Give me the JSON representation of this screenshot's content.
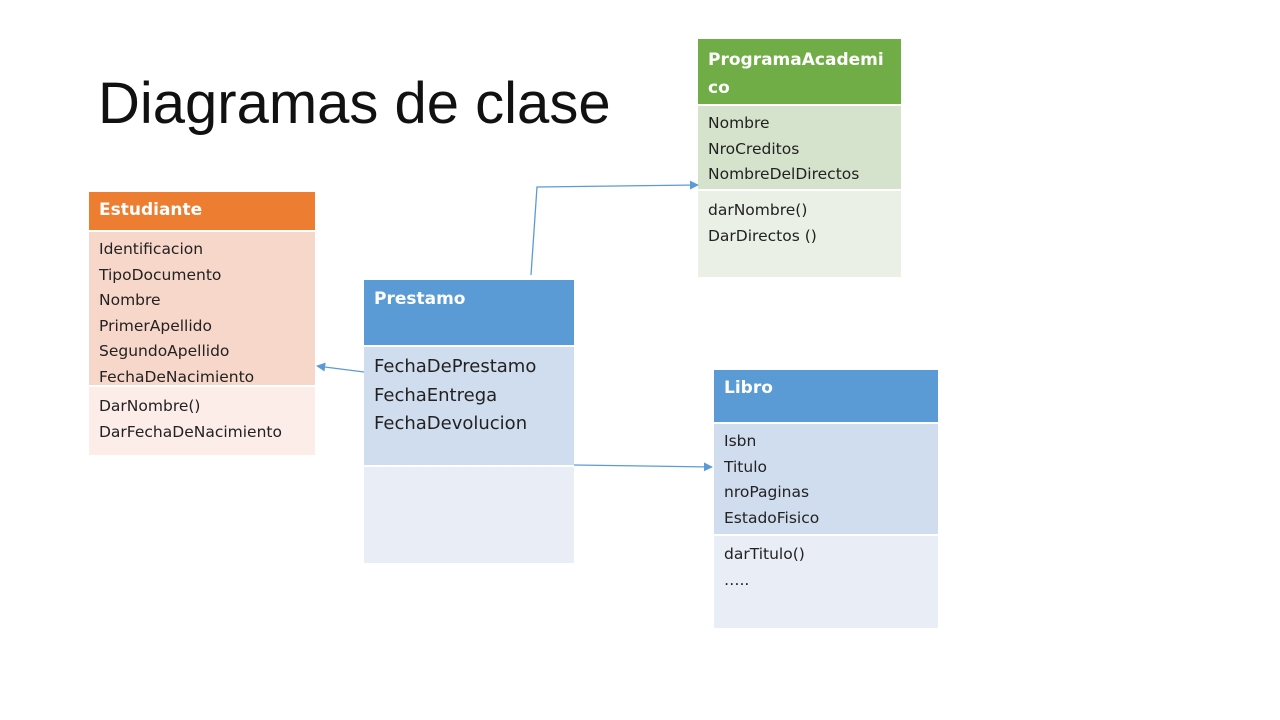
{
  "title": "Diagramas de clase",
  "colors": {
    "orange_header": "#ED7D31",
    "orange_attr": "#F8D7CB",
    "orange_meth": "#FCEDE8",
    "blue_header": "#5B9BD5",
    "blue_attr": "#D0DDEF",
    "blue_meth": "#E8EDF6",
    "green_header": "#70AD47",
    "green_attr": "#D5E3CC",
    "green_meth": "#EAF0E6",
    "connector": "#5B9BD5"
  },
  "classes": {
    "estudiante": {
      "name": "Estudiante",
      "attributes": [
        "Identificacion",
        "TipoDocumento",
        "Nombre",
        "PrimerApellido",
        "SegundoApellido",
        "FechaDeNacimiento"
      ],
      "methods": [
        "DarNombre()",
        "DarFechaDeNacimiento"
      ]
    },
    "prestamo": {
      "name": "Prestamo",
      "attributes": [
        "FechaDePrestamo",
        "FechaEntrega",
        "FechaDevolucion"
      ],
      "methods": []
    },
    "programa": {
      "name_lines": [
        "ProgramaAcademi",
        "co"
      ],
      "attributes": [
        "Nombre",
        "NroCreditos",
        "NombreDelDirectos"
      ],
      "methods": [
        "darNombre()",
        "DarDirectos ()"
      ]
    },
    "libro": {
      "name": "Libro",
      "attributes": [
        "Isbn",
        "Titulo",
        "nroPaginas",
        "EstadoFisico"
      ],
      "methods": [
        "darTitulo()",
        "….."
      ]
    }
  },
  "relations": [
    {
      "from": "prestamo",
      "to": "estudiante"
    },
    {
      "from": "prestamo",
      "to": "programa"
    },
    {
      "from": "prestamo",
      "to": "libro"
    }
  ]
}
